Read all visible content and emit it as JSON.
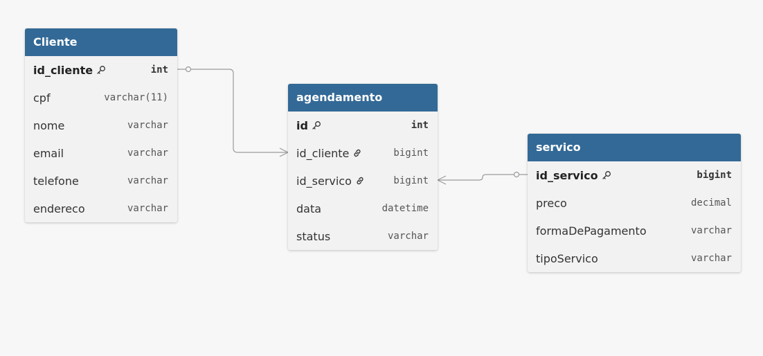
{
  "tables": {
    "cliente": {
      "title": "Cliente",
      "columns": [
        {
          "name": "id_cliente",
          "type": "int",
          "key": "primary"
        },
        {
          "name": "cpf",
          "type": "varchar(11)"
        },
        {
          "name": "nome",
          "type": "varchar"
        },
        {
          "name": "email",
          "type": "varchar"
        },
        {
          "name": "telefone",
          "type": "varchar"
        },
        {
          "name": "endereco",
          "type": "varchar"
        }
      ]
    },
    "agendamento": {
      "title": "agendamento",
      "columns": [
        {
          "name": "id",
          "type": "int",
          "key": "primary"
        },
        {
          "name": "id_cliente",
          "type": "bigint",
          "key": "foreign"
        },
        {
          "name": "id_servico",
          "type": "bigint",
          "key": "foreign"
        },
        {
          "name": "data",
          "type": "datetime"
        },
        {
          "name": "status",
          "type": "varchar"
        }
      ]
    },
    "servico": {
      "title": "servico",
      "columns": [
        {
          "name": "id_servico",
          "type": "bigint",
          "key": "primary"
        },
        {
          "name": "preco",
          "type": "decimal"
        },
        {
          "name": "formaDePagamento",
          "type": "varchar"
        },
        {
          "name": "tipoServico",
          "type": "varchar"
        }
      ]
    }
  },
  "relationships": [
    {
      "from": "Cliente.id_cliente",
      "from_cardinality": "one",
      "to": "agendamento.id_cliente",
      "to_cardinality": "many"
    },
    {
      "from": "servico.id_servico",
      "from_cardinality": "one",
      "to": "agendamento.id_servico",
      "to_cardinality": "many"
    }
  ],
  "colors": {
    "header": "#336996",
    "canvas": "#f7f7f7",
    "table_body": "#f2f2f2",
    "connector": "#9a9a9a"
  },
  "icons": {
    "primary_key": "key-icon",
    "foreign_key": "link-icon"
  }
}
